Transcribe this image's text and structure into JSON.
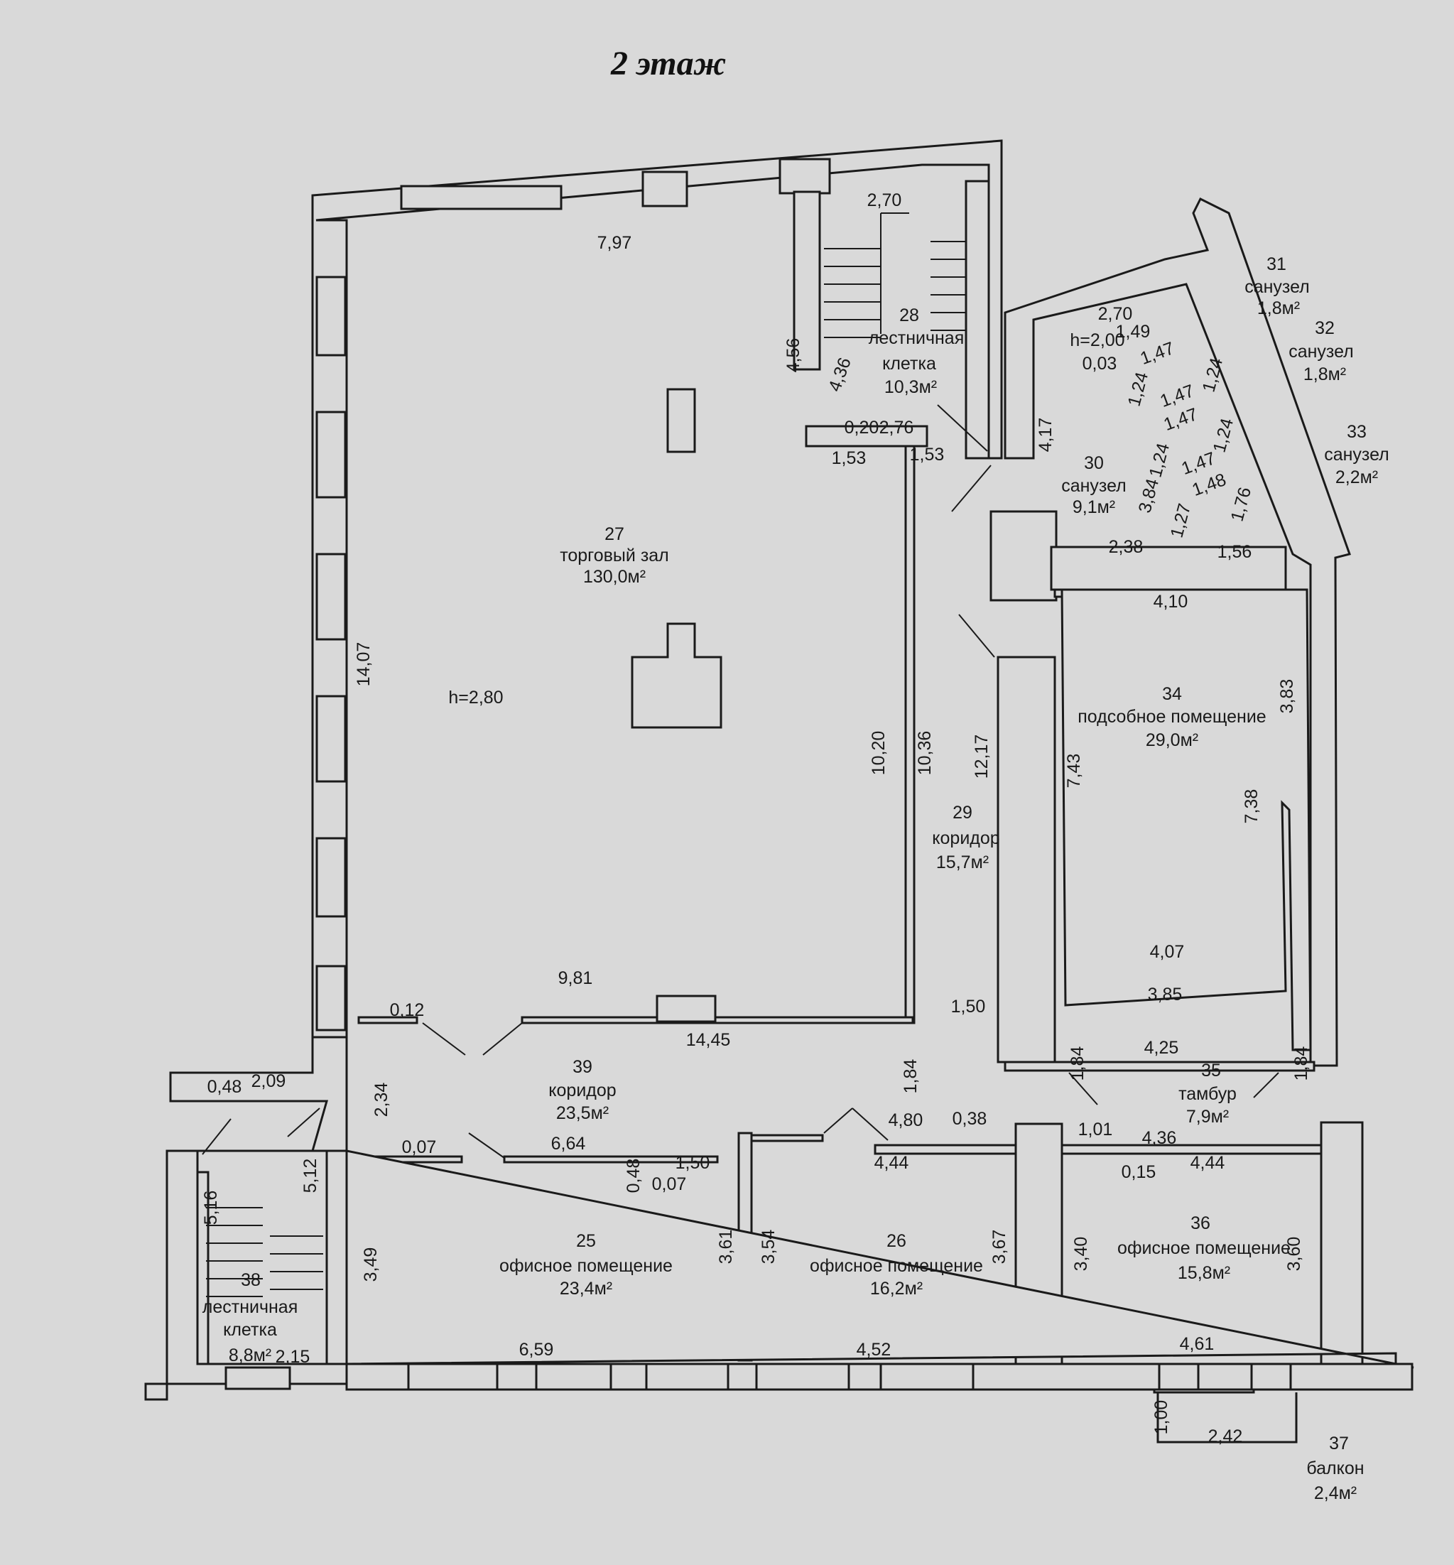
{
  "title": "2 этаж",
  "rooms": [
    {
      "num": "27",
      "name": "торговый зал",
      "area": "130,0м²"
    },
    {
      "num": "28",
      "name1": "лестничная",
      "name2": "клетка",
      "area": "10,3м²"
    },
    {
      "num": "29",
      "name": "коридор",
      "area": "15,7м²"
    },
    {
      "num": "30",
      "name": "санузел",
      "area": "9,1м²"
    },
    {
      "num": "31",
      "name": "санузел",
      "area": "1,8м²"
    },
    {
      "num": "32",
      "name": "санузел",
      "area": "1,8м²"
    },
    {
      "num": "33",
      "name": "санузел",
      "area": "2,2м²"
    },
    {
      "num": "34",
      "name": "подсобное помещение",
      "area": "29,0м²"
    },
    {
      "num": "35",
      "name": "тамбур",
      "area": "7,9м²"
    },
    {
      "num": "36",
      "name": "офисное помещение",
      "area": "15,8м²"
    },
    {
      "num": "37",
      "name": "балкон",
      "area": "2,4м²"
    },
    {
      "num": "38",
      "name1": "лестничная",
      "name2": "клетка",
      "area": "8,8м²"
    },
    {
      "num": "39",
      "name": "коридор",
      "area": "23,5м²"
    },
    {
      "num": "25",
      "name": "офисное помещение",
      "area": "23,4м²"
    },
    {
      "num": "26",
      "name": "офисное помещение",
      "area": "16,2м²"
    }
  ],
  "heights": {
    "main": "h=2,80",
    "wc": "h=2,00"
  },
  "dims": {
    "d797": "7,97",
    "d270a": "2,70",
    "d456": "4,56",
    "d436": "4,36",
    "d020": "0,20",
    "d276": "2,76",
    "d153a": "1,53",
    "d153b": "1,53",
    "d1407": "14,07",
    "d1020": "10,20",
    "d1036": "10,36",
    "d1217": "12,17",
    "d981": "9,81",
    "d012": "0,12",
    "d1445": "14,45",
    "d150a": "1,50",
    "d048a": "0,48",
    "d209": "2,09",
    "d234": "2,34",
    "d184a": "1,84",
    "d480": "4,80",
    "d038": "0,38",
    "d444a": "4,44",
    "d007a": "0,07",
    "d664": "6,64",
    "d048b": "0,48",
    "d150b": "1,50",
    "d007b": "0,07",
    "d516": "5,16",
    "d512": "5,12",
    "d349": "3,49",
    "d361": "3,61",
    "d354": "3,54",
    "d367": "3,67",
    "d215": "2,15",
    "d659": "6,59",
    "d452": "4,52",
    "d270b": "2,70",
    "d149": "1,49",
    "d003": "0,03",
    "d147a": "1,47",
    "d124a": "1,24",
    "d124b": "1,24",
    "d147b": "1,47",
    "d147c": "1,47",
    "d124c": "1,24",
    "d124d": "1,24",
    "d147d": "1,47",
    "d148": "1,48",
    "d384": "3,84",
    "d127": "1,27",
    "d176": "1,76",
    "d417": "4,17",
    "d238": "2,38",
    "d156": "1,56",
    "d410": "4,10",
    "d383": "3,83",
    "d743": "7,43",
    "d738": "7,38",
    "d407": "4,07",
    "d385": "3,85",
    "d425": "4,25",
    "d184b": "1,84",
    "d184c": "1,84",
    "d101": "1,01",
    "d436b": "4,36",
    "d015": "0,15",
    "d444b": "4,44",
    "d340": "3,40",
    "d360": "3,60",
    "d461": "4,61",
    "d100": "1,00",
    "d242": "2,42"
  }
}
